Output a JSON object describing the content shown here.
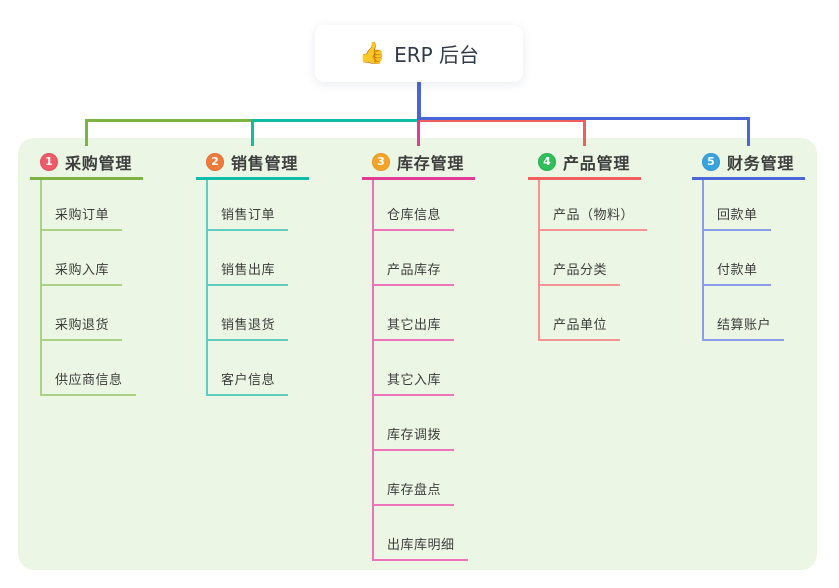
{
  "root": {
    "emoji": "👍",
    "label": "ERP 后台"
  },
  "branches": [
    {
      "badge": "1",
      "label": "采购管理",
      "badge_color": "#EF5A66",
      "line_color": "#7CB342",
      "child_line_color": "#A9D284",
      "children": [
        "采购订单",
        "采购入库",
        "采购退货",
        "供应商信息"
      ]
    },
    {
      "badge": "2",
      "label": "销售管理",
      "badge_color": "#F1793B",
      "line_color": "#10BCA8",
      "child_line_color": "#5ECFC0",
      "children": [
        "销售订单",
        "销售出库",
        "销售退货",
        "客户信息"
      ]
    },
    {
      "badge": "3",
      "label": "库存管理",
      "badge_color": "#F5A42A",
      "line_color": "#E03C96",
      "child_line_color": "#EE74BA",
      "children": [
        "仓库信息",
        "产品库存",
        "其它出库",
        "其它入库",
        "库存调拨",
        "库存盘点",
        "出库库明细"
      ]
    },
    {
      "badge": "4",
      "label": "产品管理",
      "badge_color": "#2FBE59",
      "line_color": "#F15E5E",
      "child_line_color": "#F49392",
      "children": [
        "产品（物料）",
        "产品分类",
        "产品单位"
      ]
    },
    {
      "badge": "5",
      "label": "财务管理",
      "badge_color": "#38A4DF",
      "line_color": "#4A66D6",
      "child_line_color": "#8B9DE9",
      "children": [
        "回款单",
        "付款单",
        "结算账户"
      ]
    }
  ],
  "colors": {
    "canvas_bg": "#FFFFFF",
    "panel_bg": "#EBF6E4",
    "root_stem": "#4A66D6",
    "node_text": "#3D3D3D",
    "root_text": "#303A4A"
  }
}
